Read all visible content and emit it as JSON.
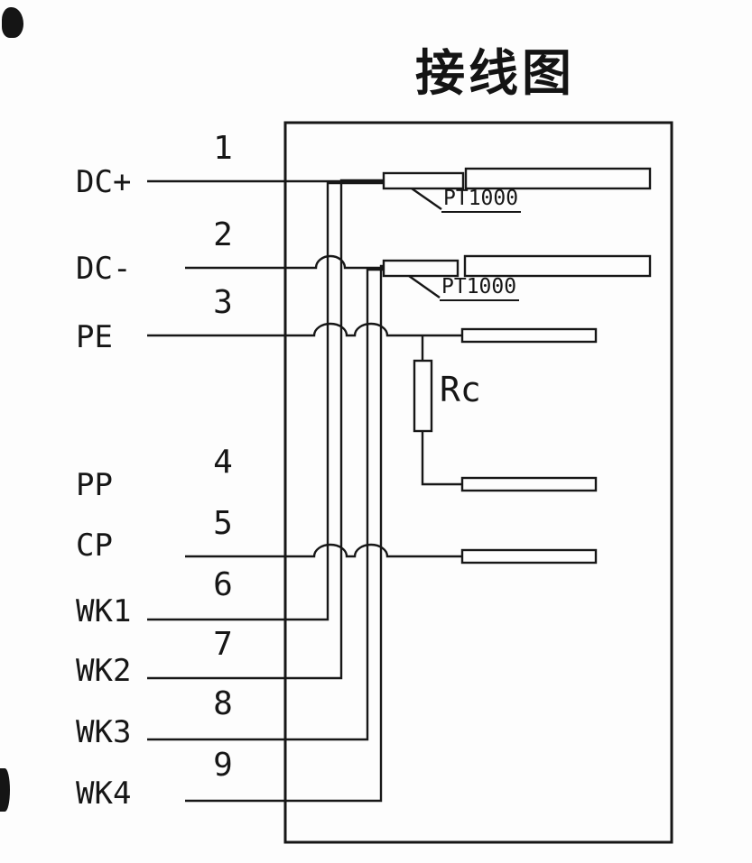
{
  "title": "接线图",
  "diagram": {
    "terminals": [
      {
        "number": "1",
        "label": "DC+"
      },
      {
        "number": "2",
        "label": "DC-"
      },
      {
        "number": "3",
        "label": "PE"
      },
      {
        "number": "4",
        "label": "PP"
      },
      {
        "number": "5",
        "label": "CP"
      },
      {
        "number": "6",
        "label": "WK1"
      },
      {
        "number": "7",
        "label": "WK2"
      },
      {
        "number": "8",
        "label": "WK3"
      },
      {
        "number": "9",
        "label": "WK4"
      }
    ],
    "sensors": [
      "PT1000",
      "PT1000"
    ],
    "resistor_label": "Rc",
    "colors": {
      "line": "#171717",
      "background": "#fdfdfd"
    }
  }
}
